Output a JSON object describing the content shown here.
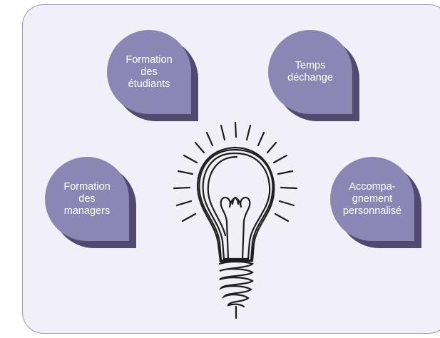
{
  "blobs": [
    {
      "label": "Formation\ndes\nétudiants"
    },
    {
      "label": "Temps\ndéchange"
    },
    {
      "label": "Formation\ndes\nmanagers"
    },
    {
      "label": "Accompa-\ngnement\npersonnalisé"
    }
  ],
  "colors": {
    "blob": "#8c86b4",
    "blob_shadow": "#4f4a6e",
    "frame_fill": "#f1f0f8",
    "frame_border": "#9b97bd",
    "bulb_stroke": "#1e1e1e"
  },
  "illustration": "lightbulb-icon"
}
